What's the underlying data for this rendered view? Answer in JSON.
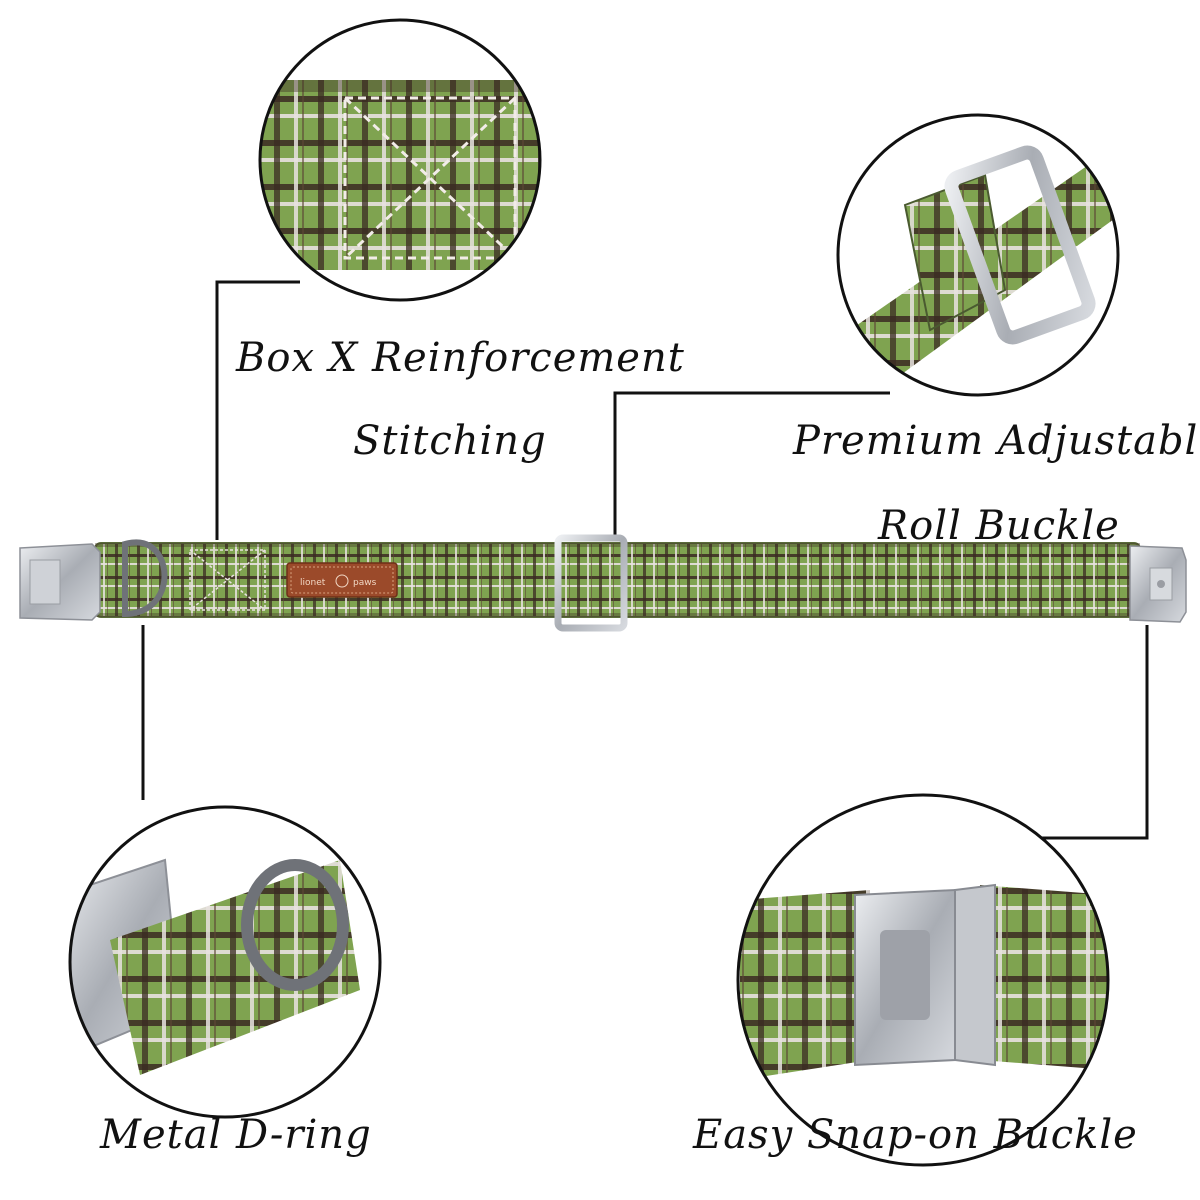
{
  "labels": {
    "box_x_line1": "Box X Reinforcement",
    "box_x_line2": "Stitching",
    "roll_buckle_line1": "Premium Adjustable",
    "roll_buckle_line2": "Roll Buckle",
    "d_ring": "Metal D-ring",
    "snap_buckle": "Easy Snap-on Buckle"
  },
  "tag_text": {
    "line1": "lionet",
    "line2": "paws"
  },
  "colors": {
    "plaid_green": "#7fa350",
    "plaid_dark": "#3b2a22",
    "plaid_light": "#e8e2df",
    "metal": "#b9bcc2",
    "leather_tag": "#9b4a2a",
    "callout_line": "#111111"
  }
}
